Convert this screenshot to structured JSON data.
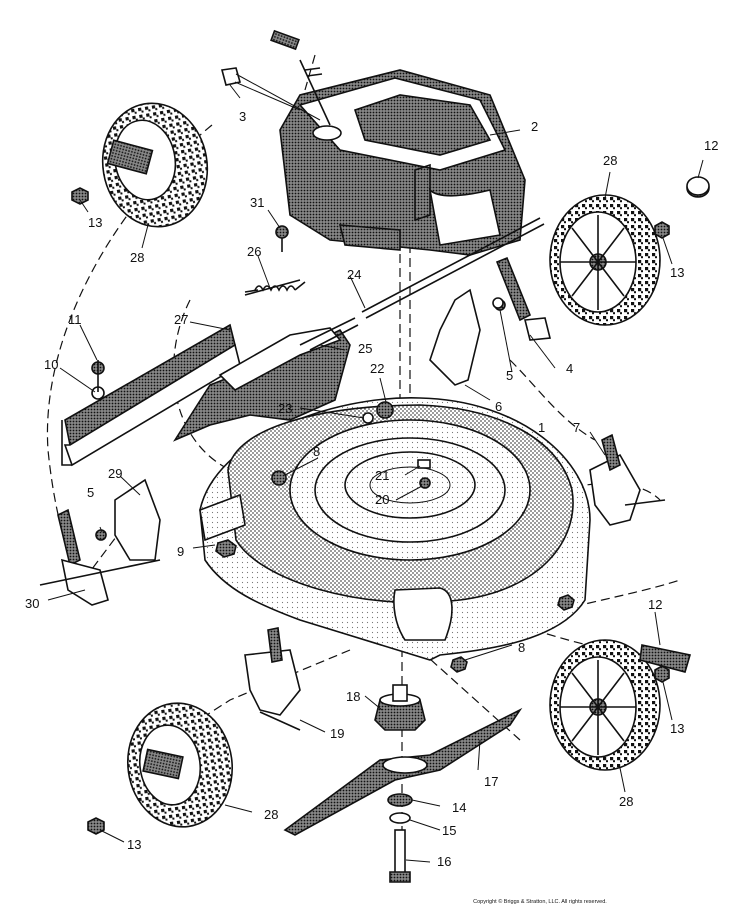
{
  "diagram": {
    "callouts": [
      {
        "text": "1"
      },
      {
        "text": "2"
      },
      {
        "text": "3"
      },
      {
        "text": "4"
      },
      {
        "text": "5"
      },
      {
        "text": "5"
      },
      {
        "text": "6"
      },
      {
        "text": "7"
      },
      {
        "text": "8"
      },
      {
        "text": "8"
      },
      {
        "text": "9"
      },
      {
        "text": "10"
      },
      {
        "text": "11"
      },
      {
        "text": "12"
      },
      {
        "text": "12"
      },
      {
        "text": "13"
      },
      {
        "text": "13"
      },
      {
        "text": "13"
      },
      {
        "text": "13"
      },
      {
        "text": "14"
      },
      {
        "text": "15"
      },
      {
        "text": "16"
      },
      {
        "text": "17"
      },
      {
        "text": "18"
      },
      {
        "text": "19"
      },
      {
        "text": "20"
      },
      {
        "text": "21"
      },
      {
        "text": "22"
      },
      {
        "text": "23"
      },
      {
        "text": "24"
      },
      {
        "text": "25"
      },
      {
        "text": "26"
      },
      {
        "text": "27"
      },
      {
        "text": "28"
      },
      {
        "text": "28"
      },
      {
        "text": "28"
      },
      {
        "text": "28"
      },
      {
        "text": "29"
      },
      {
        "text": "30"
      },
      {
        "text": "31"
      }
    ],
    "copyright": "Copyright © Briggs & Stratton, LLC. All rights reserved."
  }
}
